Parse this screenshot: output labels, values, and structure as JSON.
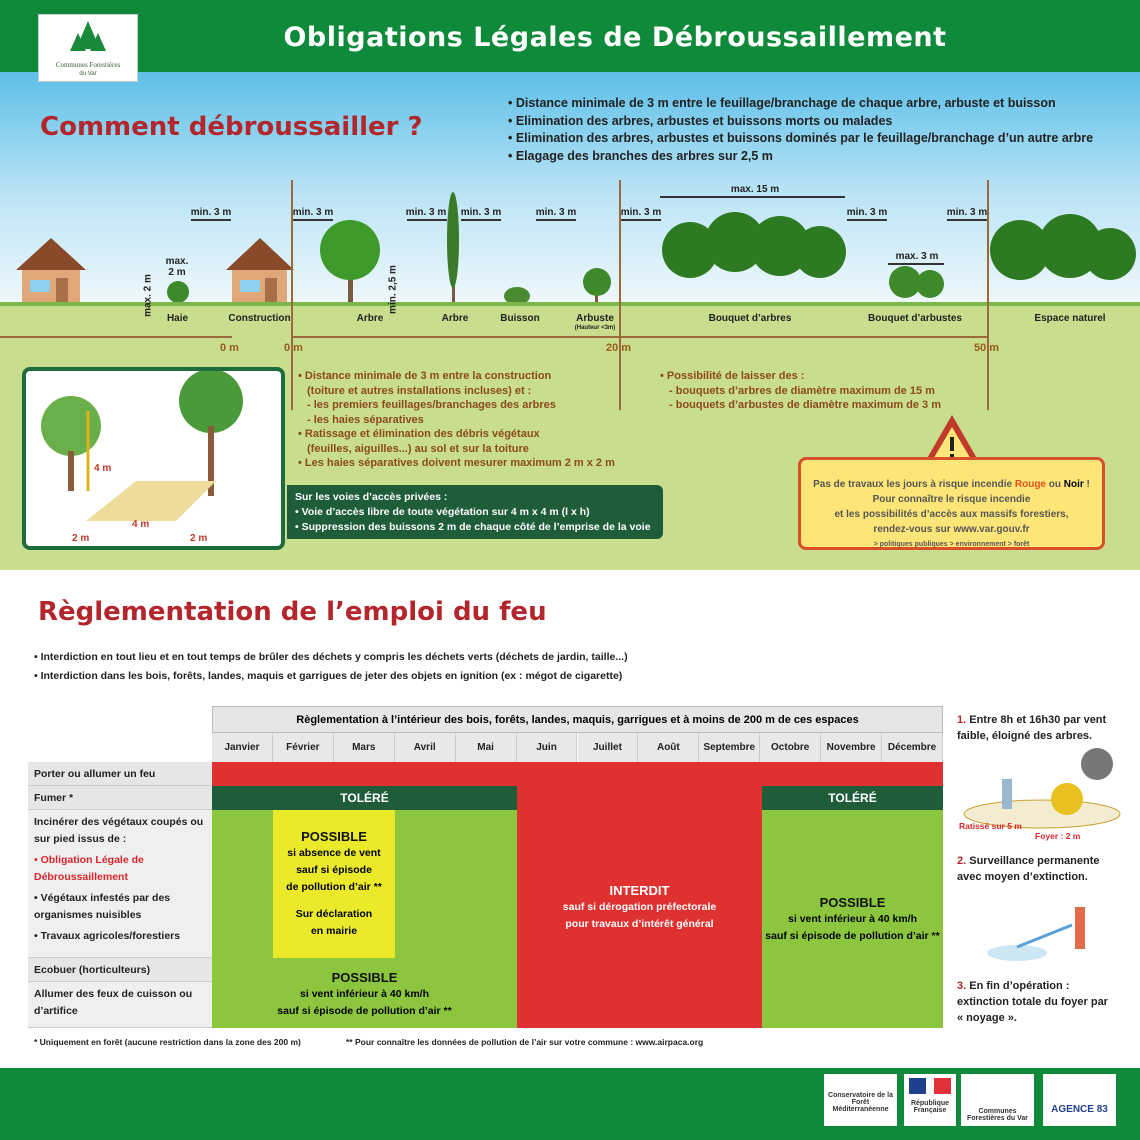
{
  "header": {
    "title": "Obligations Légales de Débroussaillement",
    "logo_name": "Communes Forestières",
    "logo_sub": "du Var"
  },
  "section1": {
    "heading": "Comment débroussailler ?",
    "bullets": [
      "• Distance minimale de 3 m entre le feuillage/branchage de chaque arbre, arbuste et buisson",
      "• Elimination des arbres, arbustes et buissons morts ou malades",
      "• Elimination des arbres, arbustes et buissons dominés par le feuillage/branchage d’un autre arbre",
      "• Elagage des branches des arbres sur 2,5 m"
    ],
    "measures": {
      "min3": "min. 3 m",
      "max15": "max. 15 m",
      "max3": "max. 3 m",
      "max2h": "max. 2 m",
      "max2v": "max. 2 m",
      "min25": "min. 2,5 m"
    },
    "labels": [
      "Haie",
      "Construction",
      "Arbre",
      "Arbre",
      "Buisson",
      "Arbuste",
      "Bouquet d’arbres",
      "Bouquet d’arbustes",
      "Espace naturel"
    ],
    "arbuste_note": "(Hauteur <3m)",
    "scale": [
      "0 m",
      "0 m",
      "20 m",
      "50 m"
    ],
    "illus_labels": [
      "4 m",
      "4 m",
      "2 m",
      "2 m"
    ],
    "text_a": [
      "• Distance minimale de 3 m entre la construction",
      "(toiture et autres installations incluses) et :",
      "- les premiers feuillages/branchages des arbres",
      "- les haies séparatives",
      "• Ratissage et élimination des débris végétaux",
      "(feuilles, aiguilles...) au sol et sur la toiture",
      "• Les haies séparatives doivent mesurer maximum 2 m x 2 m"
    ],
    "text_b": [
      "• Possibilité de laisser des :",
      "- bouquets d’arbres de diamètre maximum de 15 m",
      "- bouquets d’arbustes de diamètre maximum de 3 m"
    ],
    "voies": {
      "title": "Sur les voies d’accès privées :",
      "items": [
        "• Voie d’accès libre de toute végétation sur 4 m x 4 m (l x h)",
        "• Suppression des buissons  2 m de chaque côté de l’emprise de la voie"
      ]
    },
    "warning": {
      "l1a": "Pas de travaux les jours à risque incendie ",
      "rouge": "Rouge",
      "ou": " ou ",
      "noir": "Noir",
      "excl": " !",
      "l2": "Pour connaître le risque incendie",
      "l3": "et les possibilités d’accès aux massifs forestiers,",
      "l4": "rendez-vous sur www.var.gouv.fr",
      "l5": "> politiques publiques > environnement > forêt"
    }
  },
  "section2": {
    "heading": "Règlementation de l’emploi du feu",
    "bullets": [
      "• Interdiction en tout lieu et en tout temps de brûler des déchets y compris les déchets verts (déchets de jardin, taille...)",
      "• Interdiction dans les bois, forêts, landes, maquis et garrigues de jeter des objets en ignition (ex : mégot de cigarette)"
    ],
    "table": {
      "title": "Règlementation à l’intérieur des bois, forêts, landes, maquis, garrigues et à moins de 200 m de ces espaces",
      "months": [
        "Janvier",
        "Février",
        "Mars",
        "Avril",
        "Mai",
        "Juin",
        "Juillet",
        "Août",
        "Septembre",
        "Octobre",
        "Novembre",
        "Décembre"
      ],
      "rows": {
        "r1": "Porter ou allumer un feu",
        "r2": "Fumer *",
        "r3a": "Incinérer des végétaux coupés ou sur pied issus de :",
        "r3b": "• Obligation Légale de Débroussaillement",
        "r3c": "• Végétaux infestés par des organismes nuisibles",
        "r3d": "• Travaux agricoles/forestiers",
        "r4": "Ecobuer (horticulteurs)",
        "r5": "Allumer des feux de cuisson ou d’artifice"
      },
      "tolere": "TOLÉRÉ",
      "yellow": {
        "t": "POSSIBLE",
        "l1": "si absence de vent",
        "l2": "sauf si épisode",
        "l3": "de pollution d’air **",
        "l4": "Sur déclaration",
        "l5": "en mairie"
      },
      "green_left": {
        "t": "POSSIBLE",
        "l1": "si vent inférieur à 40 km/h",
        "l2": "sauf si épisode de pollution d’air **"
      },
      "red": {
        "t": "INTERDIT",
        "l1": "sauf si dérogation préfectorale",
        "l2": "pour travaux d’intérêt général"
      },
      "green_right": {
        "t": "POSSIBLE",
        "l1": "si vent inférieur à 40 km/h",
        "l2": "sauf si épisode de pollution d’air **"
      }
    },
    "footnote1": "* Uniquement en forêt (aucune restriction dans la zone des 200 m)",
    "footnote2": "** Pour connaître les données de pollution de l’air sur votre commune : www.airpaca.org",
    "steps": [
      {
        "n": "1.",
        "t": "Entre 8h et 16h30 par vent faible, éloigné des arbres."
      },
      {
        "n": "2.",
        "t": "Surveillance permanente avec moyen d’extinction."
      },
      {
        "n": "3.",
        "t": "En fin d’opération : extinction totale du foyer par « noyage »."
      }
    ],
    "step_labels": {
      "ratisse": "Ratissé sur 5 m",
      "foyer": "Foyer : 2 m"
    }
  },
  "footer": {
    "logos": [
      "Conservatoire de la Forêt Méditerranéenne",
      "République Française",
      "Communes Forestières du Var",
      "AGENCE 83"
    ]
  },
  "colors": {
    "green": "#0e8a3a",
    "red": "#e03131",
    "dark_green": "#1e5c3a",
    "lime": "#8cc63f",
    "yellow": "#eaea2a",
    "heading_red": "#b2262c"
  }
}
